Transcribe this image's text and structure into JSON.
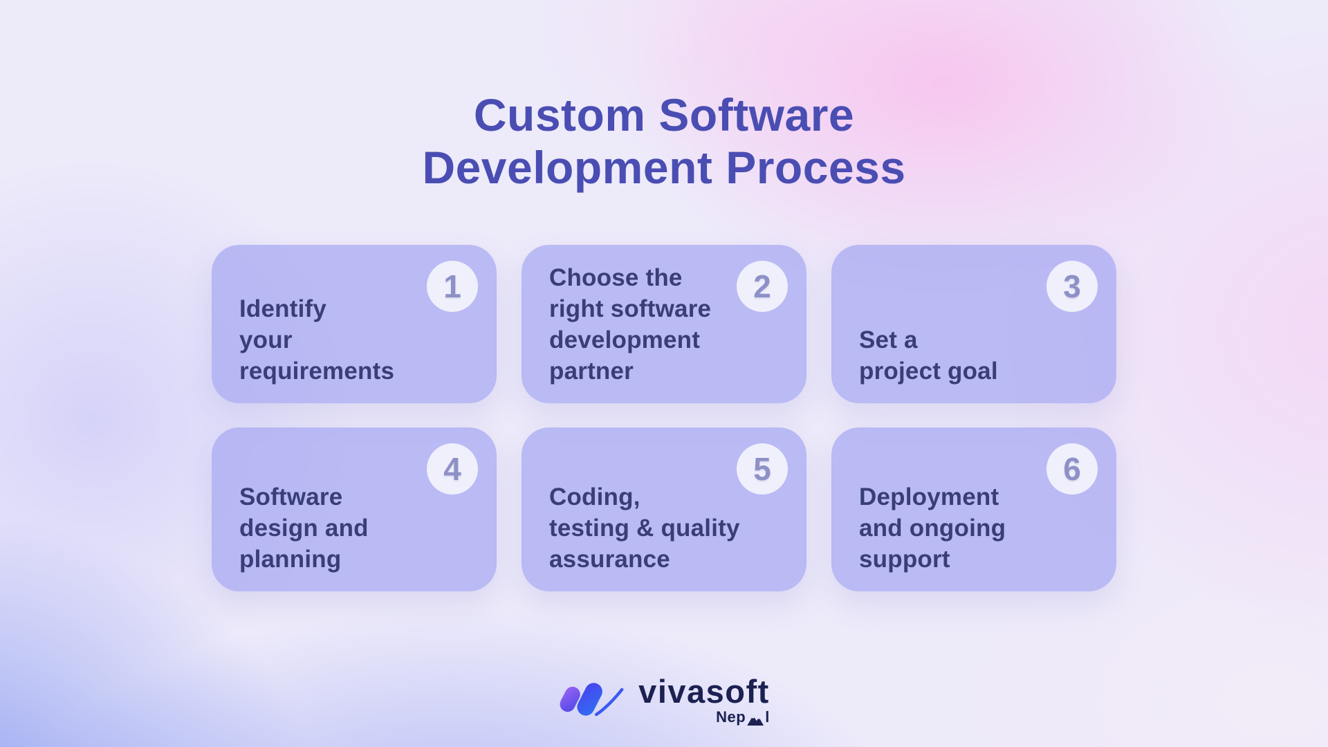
{
  "title": {
    "line1": "Custom Software",
    "line2": "Development Process"
  },
  "steps": [
    {
      "number": "1",
      "label": "Identify\nyour\nrequirements"
    },
    {
      "number": "2",
      "label": "Choose the\nright software\ndevelopment\npartner"
    },
    {
      "number": "3",
      "label": "Set a\nproject goal"
    },
    {
      "number": "4",
      "label": "Software\ndesign and\nplanning"
    },
    {
      "number": "5",
      "label": "Coding,\ntesting & quality\nassurance"
    },
    {
      "number": "6",
      "label": "Deployment\nand ongoing\nsupport"
    }
  ],
  "brand": {
    "name": "vivasoft",
    "region": "Nepal",
    "region_display_prefix": "Nep",
    "region_display_suffix": "l"
  },
  "colors": {
    "title_text": "#4a4db2",
    "card_bg": "#b7b8f3",
    "card_text": "#393d78",
    "badge_bg": "#eae9fa",
    "badge_text": "#8e91c6",
    "logo_text": "#1b2150",
    "mark_purple": "#8a5cf2",
    "mark_blue": "#2f6ff2",
    "bg_pink": "#f8c4ef",
    "bg_periwinkle": "#8295f0"
  }
}
